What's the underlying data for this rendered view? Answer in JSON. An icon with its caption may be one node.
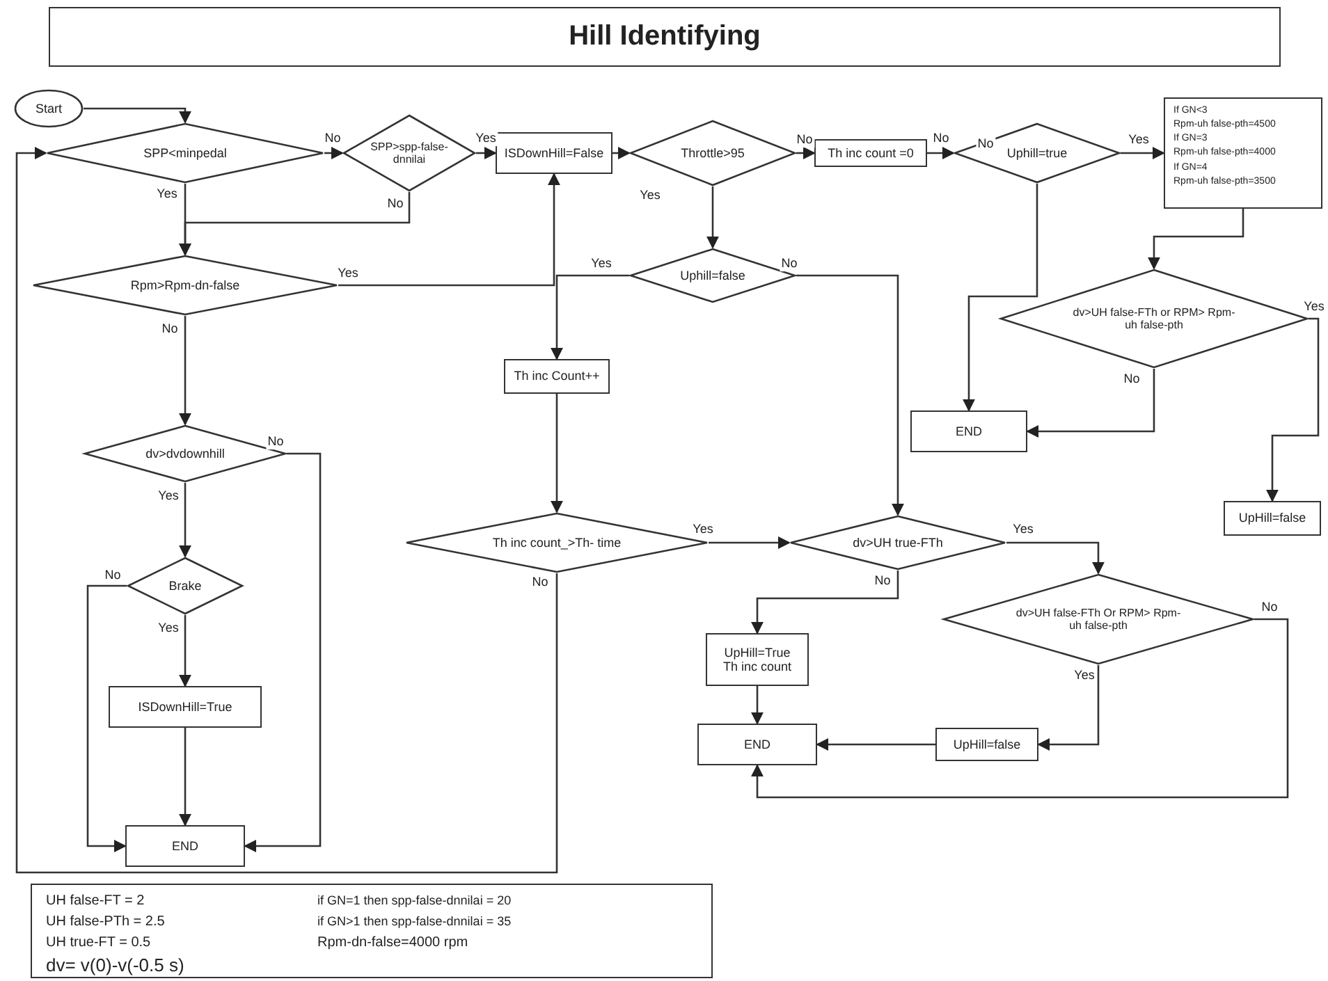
{
  "diagram": {
    "title": "Hill Identifying",
    "nodes": [
      {
        "text": [
          "Start"
        ]
      },
      {
        "text": [
          "SPP<minpedal"
        ]
      },
      {
        "text": [
          "SPP>spp-false-dnnilai"
        ]
      },
      {
        "text": [
          "ISDownHill=False"
        ]
      },
      {
        "text": [
          "Throttle>95"
        ]
      },
      {
        "text": [
          "Th inc count =0"
        ]
      },
      {
        "text": [
          "Uphill=true"
        ]
      },
      {
        "text": [
          "If GN<3",
          "Rpm-uh false-pth=4500",
          "If GN=3",
          "Rpm-uh false-pth=4000",
          "If GN=4",
          "Rpm-uh false-pth=3500"
        ]
      },
      {
        "text": [
          "dv>UH false-FTh or RPM> Rpm-uh false-pth"
        ]
      },
      {
        "text": [
          "END"
        ]
      },
      {
        "text": [
          "UpHill=false"
        ]
      },
      {
        "text": [
          "Rpm>Rpm-dn-false"
        ]
      },
      {
        "text": [
          "Uphill=false"
        ]
      },
      {
        "text": [
          "Th inc Count++"
        ]
      },
      {
        "text": [
          "dv>dvdownhill"
        ]
      },
      {
        "text": [
          "Th inc count_>Th- time"
        ]
      },
      {
        "text": [
          "dv>UH true-FTh"
        ]
      },
      {
        "text": [
          "Brake"
        ]
      },
      {
        "text": [
          "dv>UH false-FTh Or RPM> Rpm-uh false-pth"
        ]
      },
      {
        "text": [
          "UpHill=True",
          "Th inc count"
        ]
      },
      {
        "text": [
          "ISDownHill=True"
        ]
      },
      {
        "text": [
          "END"
        ]
      },
      {
        "text": [
          "UpHill=false"
        ]
      },
      {
        "text": [
          "END"
        ]
      },
      {
        "text": [
          "UH false-FT = 2",
          "UH false-PTh = 2.5",
          "UH true-FT = 0.5",
          "dv= v(0)-v(-0.5 s)",
          "if GN=1 then spp-false-dnnilai = 20",
          "if GN>1 then spp-false-dnnilai = 35",
          "Rpm-dn-false=4000 rpm"
        ]
      }
    ],
    "edges": [
      {
        "from": 0,
        "to": 1,
        "arrow": "to"
      },
      {
        "from": 1,
        "to": 2,
        "arrow": "to",
        "label": "No"
      },
      {
        "from": 2,
        "to": 3,
        "arrow": "to",
        "label": "Yes"
      },
      {
        "from": 2,
        "to": 11,
        "arrow": "to",
        "label": "No"
      },
      {
        "from": 1,
        "to": 11,
        "arrow": "to",
        "label": "Yes"
      },
      {
        "from": 11,
        "to": 3,
        "arrow": "to",
        "label": "Yes"
      },
      {
        "from": 11,
        "to": 14,
        "arrow": "to",
        "label": "No"
      },
      {
        "from": 3,
        "to": 4,
        "arrow": "to"
      },
      {
        "from": 4,
        "to": 5,
        "arrow": "to",
        "label": "No"
      },
      {
        "from": 4,
        "to": 12,
        "arrow": "to",
        "label": "Yes"
      },
      {
        "from": 5,
        "to": 6,
        "arrow": "to",
        "label": "No"
      },
      {
        "from": 6,
        "to": 7,
        "arrow": "to",
        "label": "Yes"
      },
      {
        "from": 6,
        "to": 9,
        "arrow": "to",
        "label": "No"
      },
      {
        "from": 7,
        "to": 8,
        "arrow": "to"
      },
      {
        "from": 8,
        "to": 9,
        "arrow": "to",
        "label": "No"
      },
      {
        "from": 8,
        "to": 10,
        "arrow": "to",
        "label": "Yes"
      },
      {
        "from": 12,
        "to": 13,
        "arrow": "to",
        "label": "Yes"
      },
      {
        "from": 12,
        "to": 16,
        "arrow": "to",
        "label": "No"
      },
      {
        "from": 13,
        "to": 15,
        "arrow": "to"
      },
      {
        "from": 14,
        "to": 23,
        "arrow": "to",
        "label": "No"
      },
      {
        "from": 14,
        "to": 17,
        "arrow": "to",
        "label": "Yes"
      },
      {
        "from": 15,
        "to": 16,
        "arrow": "to",
        "label": "Yes"
      },
      {
        "from": 15,
        "to": 1,
        "arrow": "to",
        "label": "No"
      },
      {
        "from": 17,
        "to": 23,
        "arrow": "to",
        "label": "No"
      },
      {
        "from": 17,
        "to": 20,
        "arrow": "to",
        "label": "Yes"
      },
      {
        "from": 20,
        "to": 23,
        "arrow": "to"
      },
      {
        "from": 16,
        "to": 18,
        "arrow": "to",
        "label": "Yes"
      },
      {
        "from": 16,
        "to": 19,
        "arrow": "to",
        "label": "No"
      },
      {
        "from": 18,
        "to": 22,
        "arrow": "to",
        "label": "Yes"
      },
      {
        "from": 18,
        "to": 21,
        "arrow": "to",
        "label": "No"
      },
      {
        "from": 19,
        "to": 21,
        "arrow": "to"
      },
      {
        "from": 22,
        "to": 21,
        "arrow": "to"
      }
    ]
  }
}
